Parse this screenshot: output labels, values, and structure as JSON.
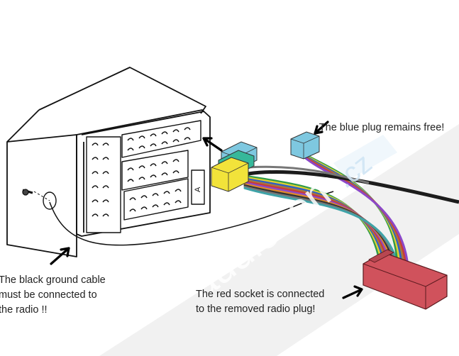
{
  "annotations": {
    "blue_plug": "The blue plug remains free!",
    "ground_cable_line1": "The black ground cable",
    "ground_cable_line2": "must be connected to",
    "ground_cable_line3": "the radio !!",
    "red_socket_line1": "The red socket is connected",
    "red_socket_line2": "to the removed radio plug!"
  },
  "radio": {
    "iso_marking": "A"
  },
  "watermark": {
    "text": "audiocom",
    "suffix": ".cz"
  },
  "colors": {
    "blue_plug": "#7ec8e0",
    "yellow_plug": "#f2e33a",
    "red_socket": "#d0525c",
    "watermark": "#e6e6e6"
  },
  "wire_colors": [
    "#2f9a4a",
    "#e0d130",
    "#2c5fc9",
    "#a77a3c",
    "#c93a3a",
    "#8b48c9",
    "#e08b2c",
    "#333333",
    "#777777",
    "#3fa3a8"
  ]
}
